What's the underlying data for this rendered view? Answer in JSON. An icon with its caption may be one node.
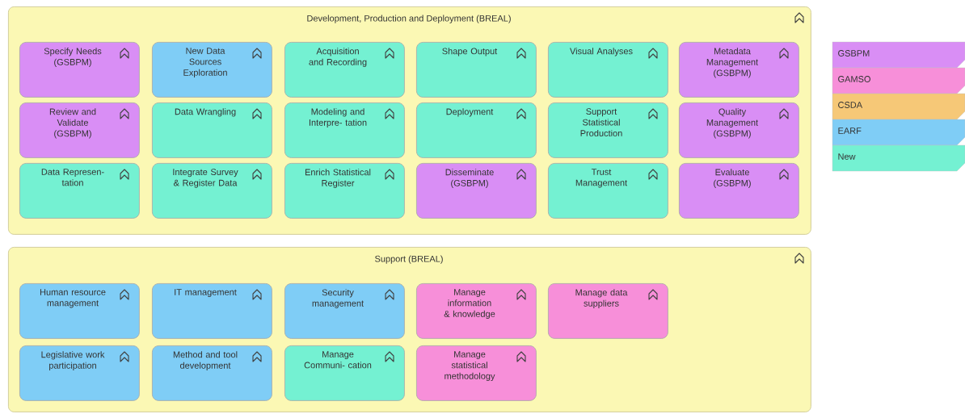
{
  "diagram": {
    "nodes": [
      {
        "text": [
          "Development, Production and Deployment (BREAL)"
        ]
      },
      {
        "text": [
          "Specify Needs (GSBPM)"
        ],
        "in": 0
      },
      {
        "text": [
          "New Data Sources Exploration"
        ],
        "in": 0
      },
      {
        "text": [
          "Acquisition and Recording"
        ],
        "in": 0
      },
      {
        "text": [
          "Shape Output"
        ],
        "in": 0
      },
      {
        "text": [
          "Visual Analyses"
        ],
        "in": 0
      },
      {
        "text": [
          "Metadata Management (GSBPM)"
        ],
        "in": 0
      },
      {
        "text": [
          "Review and Validate (GSBPM)"
        ],
        "in": 0
      },
      {
        "text": [
          "Data Wrangling"
        ],
        "in": 0
      },
      {
        "text": [
          "Modeling and Interpre- tation"
        ],
        "in": 0
      },
      {
        "text": [
          "Deployment"
        ],
        "in": 0
      },
      {
        "text": [
          "Support Statistical Production"
        ],
        "in": 0
      },
      {
        "text": [
          "Quality Management (GSBPM)"
        ],
        "in": 0
      },
      {
        "text": [
          "Data Represen- tation"
        ],
        "in": 0
      },
      {
        "text": [
          "Integrate Survey & Register Data"
        ],
        "in": 0
      },
      {
        "text": [
          "Enrich Statistical Register"
        ],
        "in": 0
      },
      {
        "text": [
          "Disseminate (GSBPM)"
        ],
        "in": 0
      },
      {
        "text": [
          "Trust Management"
        ],
        "in": 0
      },
      {
        "text": [
          "Evaluate (GSBPM)"
        ],
        "in": 0
      },
      {
        "text": [
          "Support (BREAL)"
        ]
      },
      {
        "text": [
          "Human resource management"
        ],
        "in": 19
      },
      {
        "text": [
          "IT management"
        ],
        "in": 19
      },
      {
        "text": [
          "Security management"
        ],
        "in": 19
      },
      {
        "text": [
          "Manage information & knowledge"
        ],
        "in": 19
      },
      {
        "text": [
          "Manage data suppliers"
        ],
        "in": 19
      },
      {
        "text": [
          "Legislative work participation"
        ],
        "in": 19
      },
      {
        "text": [
          "Method and tool development"
        ],
        "in": 19
      },
      {
        "text": [
          "Manage Communi- cation"
        ],
        "in": 19
      },
      {
        "text": [
          "Manage statistical methodology"
        ],
        "in": 19
      }
    ],
    "legend": [
      {
        "text": "GSBPM",
        "color": "#d98ef5"
      },
      {
        "text": "GAMSO",
        "color": "#f78fd9"
      },
      {
        "text": "CSDA",
        "color": "#f6c877"
      },
      {
        "text": "EARF",
        "color": "#7fcdf6"
      },
      {
        "text": "New",
        "color": "#74f1d2"
      }
    ]
  }
}
